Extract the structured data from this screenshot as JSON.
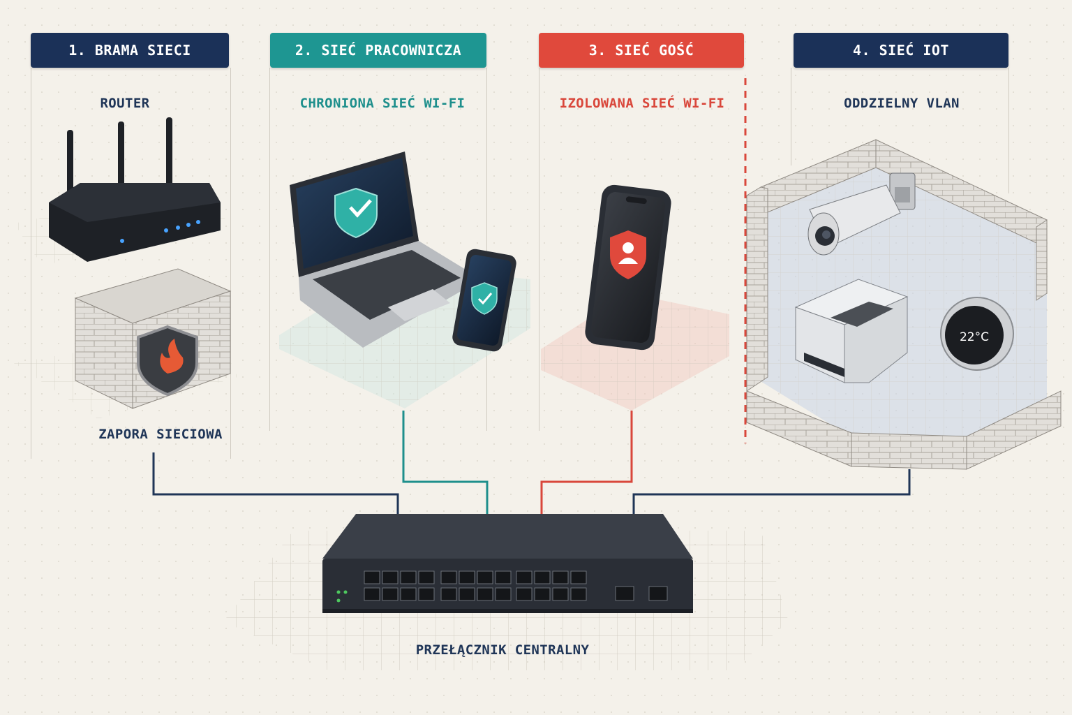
{
  "sections": [
    {
      "title": "1. BRAMA SIECI",
      "color": "#1b3158"
    },
    {
      "title": "2. SIEĆ PRACOWNICZA",
      "color": "#1e9692"
    },
    {
      "title": "3. SIEĆ GOŚĆ",
      "color": "#e0493c"
    },
    {
      "title": "4. SIEĆ IOT",
      "color": "#1b3158"
    }
  ],
  "labels": {
    "router": "ROUTER",
    "firewall": "ZAPORA SIECIOWA",
    "employee_wifi": "CHRONIONA SIEĆ WI-FI",
    "guest_wifi": "IZOLOWANA SIEĆ WI-FI",
    "iot_vlan": "ODDZIELNY VLAN",
    "switch": "PRZEŁĄCZNIK CENTRALNY",
    "thermostat_reading": "22°C"
  },
  "colors": {
    "navy": "#1f3557",
    "teal": "#1e8f8c",
    "red": "#d9473b",
    "device_dark": "#2a2e35"
  },
  "icons": [
    "router-icon",
    "firewall-icon",
    "laptop-icon",
    "phone-icon",
    "shield-check-icon",
    "shield-user-icon",
    "camera-icon",
    "printer-icon",
    "thermostat-icon",
    "switch-icon"
  ]
}
